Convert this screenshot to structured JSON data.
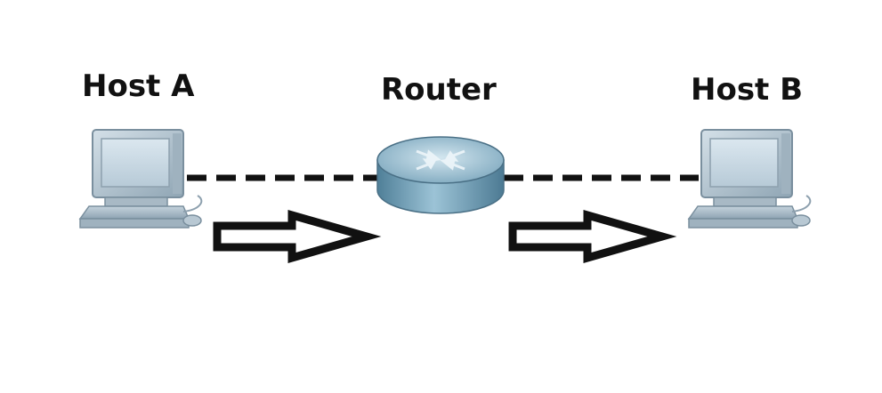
{
  "diagram": {
    "nodes": [
      {
        "id": "host-a",
        "label": "Host A",
        "type": "computer-icon"
      },
      {
        "id": "router",
        "label": "Router",
        "type": "router-icon"
      },
      {
        "id": "host-b",
        "label": "Host B",
        "type": "computer-icon"
      }
    ],
    "links": [
      {
        "from": "host-a",
        "to": "router",
        "style": "dashed"
      },
      {
        "from": "router",
        "to": "host-b",
        "style": "dashed"
      }
    ],
    "arrows": [
      {
        "from": "host-a",
        "to": "router",
        "direction": "right"
      },
      {
        "from": "router",
        "to": "host-b",
        "direction": "right"
      }
    ],
    "colors": {
      "link": "#111111",
      "arrow_outline": "#111111",
      "computer_body": "#a9bac6",
      "computer_screen": "#c6d7e3",
      "router_body": "#6f9db6"
    }
  }
}
